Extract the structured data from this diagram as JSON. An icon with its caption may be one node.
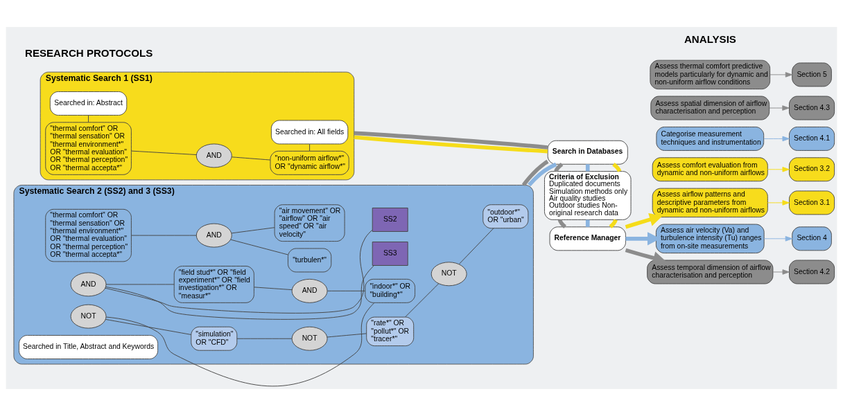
{
  "diagram": {
    "nodes": [
      {
        "text": [
          "Systematic Search 1 (SS1)"
        ]
      },
      {
        "text": [
          "\"thermal comfort\" OR \"thermal sensation\" OR \"thermal environment*\" OR \"thermal evaluation\" OR \"thermal perception\" OR \"thermal accepta*\""
        ],
        "in": 0
      },
      {
        "text": [
          "AND"
        ],
        "in": 0
      },
      {
        "text": [
          "\"non-uniform airflow*\" OR \"dynamic airflow*\""
        ],
        "in": 0
      },
      {
        "text": [
          "Searched in: Abstract"
        ],
        "in": 0
      },
      {
        "text": [
          "Searched in: All fields"
        ],
        "in": 0
      },
      {
        "text": [
          "Systematic Search 2 (SS2) and 3 (SS3)"
        ]
      },
      {
        "text": [
          "\"thermal comfort\" OR \"thermal sensation\" OR \"thermal environment*\" OR \"thermal evaluation\" OR \"thermal perception\" OR \"thermal accepta*\""
        ],
        "in": 6
      },
      {
        "text": [
          "AND"
        ],
        "in": 6
      },
      {
        "text": [
          "\"air movement\" OR \"airflow\" OR \"air speed\" OR \"air velocity\""
        ],
        "in": 6
      },
      {
        "text": [
          "\"turbulen*\""
        ],
        "in": 6
      },
      {
        "text": [
          "SS3"
        ],
        "in": 6
      },
      {
        "text": [
          "SS2"
        ],
        "in": 6
      },
      {
        "text": [
          "AND"
        ],
        "in": 6
      },
      {
        "text": [
          "\"field stud*\" OR \"field experiment*\" OR \"field investigation*\" OR \"measur*\""
        ],
        "in": 6
      },
      {
        "text": [
          "AND"
        ],
        "in": 6
      },
      {
        "text": [
          "\"indoor*\" OR \"building*\""
        ],
        "in": 6
      },
      {
        "text": [
          "NOT"
        ],
        "in": 6
      },
      {
        "text": [
          "\"simulation\" OR \"CFD\""
        ],
        "in": 6
      },
      {
        "text": [
          "NOT"
        ],
        "in": 6
      },
      {
        "text": [
          "\"rate*\" OR \"pollut*\" OR \"tracer*\""
        ],
        "in": 6
      },
      {
        "text": [
          "NOT"
        ],
        "in": 6
      },
      {
        "text": [
          "\"outdoor*\" OR \"urban\""
        ],
        "in": 6
      },
      {
        "text": [
          "Searched in Title, Abstract and Keywords"
        ],
        "in": 6
      },
      {
        "text": [
          "Search in Databases"
        ]
      },
      {
        "text": [
          "Criteria of Exclusion",
          "Duplicated documents Simulation methods only Air quality studies Outdoor studies Non-original research data"
        ]
      },
      {
        "text": [
          "Reference Manager"
        ]
      },
      {
        "text": [
          "Assess airflow patterns and descriptive parameters from dynamic and non-uniform airflows"
        ]
      },
      {
        "text": [
          "Section 3.1"
        ]
      },
      {
        "text": [
          "Assess comfort evaluation from dynamic and non-uniform airflows"
        ]
      },
      {
        "text": [
          "Section 3.2"
        ]
      },
      {
        "text": [
          "Assess air velocity (Va) and turbulence intensity (Tu) ranges from on-site measurements"
        ]
      },
      {
        "text": [
          "Section 4"
        ]
      },
      {
        "text": [
          "Categorise measurement techniques and instrumentation"
        ]
      },
      {
        "text": [
          "Section 4.1"
        ]
      },
      {
        "text": [
          "Assess temporal dimension of airflow characterisation and perception"
        ]
      },
      {
        "text": [
          "Section 4.2"
        ]
      },
      {
        "text": [
          "Assess spatial dimension of airflow characterisation and perception"
        ]
      },
      {
        "text": [
          "Section 4.3"
        ]
      },
      {
        "text": [
          "Assess thermal comfort predictive models particularly for dynamic and non-uniform airflow conditions"
        ]
      },
      {
        "text": [
          "Section 5"
        ]
      }
    ],
    "edges": [
      {
        "from": 1,
        "to": 2,
        "arrow": "none"
      },
      {
        "from": 2,
        "to": 3,
        "arrow": "none"
      },
      {
        "from": 1,
        "to": 4,
        "arrow": "none"
      },
      {
        "from": 3,
        "to": 5,
        "arrow": "none"
      },
      {
        "from": 7,
        "to": 8,
        "arrow": "none"
      },
      {
        "from": 8,
        "to": 9,
        "arrow": "none"
      },
      {
        "from": 8,
        "to": 10,
        "arrow": "none"
      },
      {
        "from": 11,
        "to": 13,
        "arrow": "none"
      },
      {
        "from": 12,
        "to": 13,
        "arrow": "none"
      },
      {
        "from": 13,
        "to": 14,
        "arrow": "none"
      },
      {
        "from": 14,
        "to": 15,
        "arrow": "none"
      },
      {
        "from": 15,
        "to": 16,
        "arrow": "none"
      },
      {
        "from": 16,
        "to": 17,
        "arrow": "none"
      },
      {
        "from": 17,
        "to": 18,
        "arrow": "none"
      },
      {
        "from": 18,
        "to": 19,
        "arrow": "none"
      },
      {
        "from": 19,
        "to": 20,
        "arrow": "none"
      },
      {
        "from": 20,
        "to": 21,
        "arrow": "none"
      },
      {
        "from": 21,
        "to": 22,
        "arrow": "none"
      },
      {
        "from": 0,
        "to": 24,
        "arrow": "none",
        "style": "thick",
        "color": "#f5dc1a"
      },
      {
        "from": 24,
        "to": 25,
        "arrow": "none",
        "style": "thick",
        "color": "#f5dc1a"
      },
      {
        "from": 25,
        "to": 26,
        "arrow": "none",
        "style": "thick",
        "color": "#f5dc1a"
      },
      {
        "from": 26,
        "to": 27,
        "arrow": "to",
        "style": "thick",
        "color": "#f5dc1a"
      },
      {
        "from": 6,
        "to": 24,
        "arrow": "none",
        "style": "thick",
        "color": "#8ab4e0"
      },
      {
        "from": 24,
        "to": 25,
        "arrow": "none",
        "style": "thick",
        "color": "#8ab4e0"
      },
      {
        "from": 25,
        "to": 26,
        "arrow": "none",
        "style": "thick",
        "color": "#8ab4e0"
      },
      {
        "from": 26,
        "to": 31,
        "arrow": "to",
        "style": "thick",
        "color": "#8ab4e0"
      },
      {
        "from": 0,
        "to": 24,
        "arrow": "none",
        "style": "thick",
        "color": "#8c8c8c"
      },
      {
        "from": 6,
        "to": 24,
        "arrow": "none",
        "style": "thick",
        "color": "#8c8c8c"
      },
      {
        "from": 24,
        "to": 25,
        "arrow": "none",
        "style": "thick",
        "color": "#8c8c8c"
      },
      {
        "from": 25,
        "to": 26,
        "arrow": "none",
        "style": "thick",
        "color": "#8c8c8c"
      },
      {
        "from": 26,
        "to": 35,
        "arrow": "to",
        "style": "thick",
        "color": "#8c8c8c"
      },
      {
        "from": 27,
        "to": 28,
        "arrow": "to",
        "color": "#f5dc1a"
      },
      {
        "from": 29,
        "to": 30,
        "arrow": "to",
        "color": "#f5dc1a"
      },
      {
        "from": 31,
        "to": 32,
        "arrow": "to",
        "color": "#8ab4e0"
      },
      {
        "from": 33,
        "to": 34,
        "arrow": "to",
        "color": "#8ab4e0"
      },
      {
        "from": 35,
        "to": 36,
        "arrow": "to",
        "color": "#8c8c8c"
      },
      {
        "from": 37,
        "to": 38,
        "arrow": "to",
        "color": "#8c8c8c"
      },
      {
        "from": 39,
        "to": 40,
        "arrow": "to",
        "color": "#8c8c8c"
      }
    ],
    "labels": [
      "RESEARCH PROTOCOLS",
      "ANALYSIS"
    ]
  }
}
